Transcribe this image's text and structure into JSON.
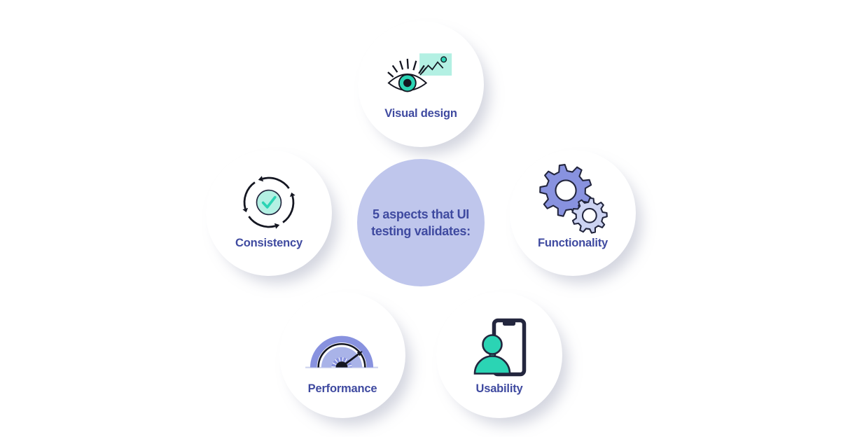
{
  "title": "5 aspects that UI testing validates:",
  "diagram": {
    "center": {
      "text": "5 aspects that UI testing validates:"
    },
    "nodes": [
      {
        "label": "Visual design",
        "icon": "eye-image-icon"
      },
      {
        "label": "Consistency",
        "icon": "sync-check-icon"
      },
      {
        "label": "Functionality",
        "icon": "gears-icon"
      },
      {
        "label": "Performance",
        "icon": "speedometer-icon"
      },
      {
        "label": "Usability",
        "icon": "user-phone-icon"
      }
    ]
  },
  "colors": {
    "background": "#ffffff",
    "indigo": "#3f4aa0",
    "centerFill": "#bfc6ec",
    "purple": "#8892df",
    "purpleLight": "#ccd3f2",
    "purpleMid": "#a9b3e8",
    "teal": "#2bd4b4",
    "mint": "#b3f0e3",
    "dark": "#23263e",
    "ink": "#141621",
    "baseline": "#cdd3ee",
    "shadow": "rgba(128,134,164,0.35)"
  }
}
